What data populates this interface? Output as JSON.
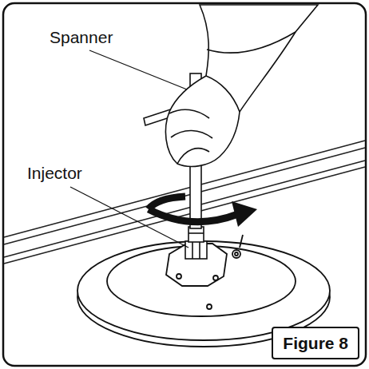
{
  "diagram": {
    "caption": "Figure 8",
    "labels": [
      "Spanner",
      "Injector"
    ]
  }
}
